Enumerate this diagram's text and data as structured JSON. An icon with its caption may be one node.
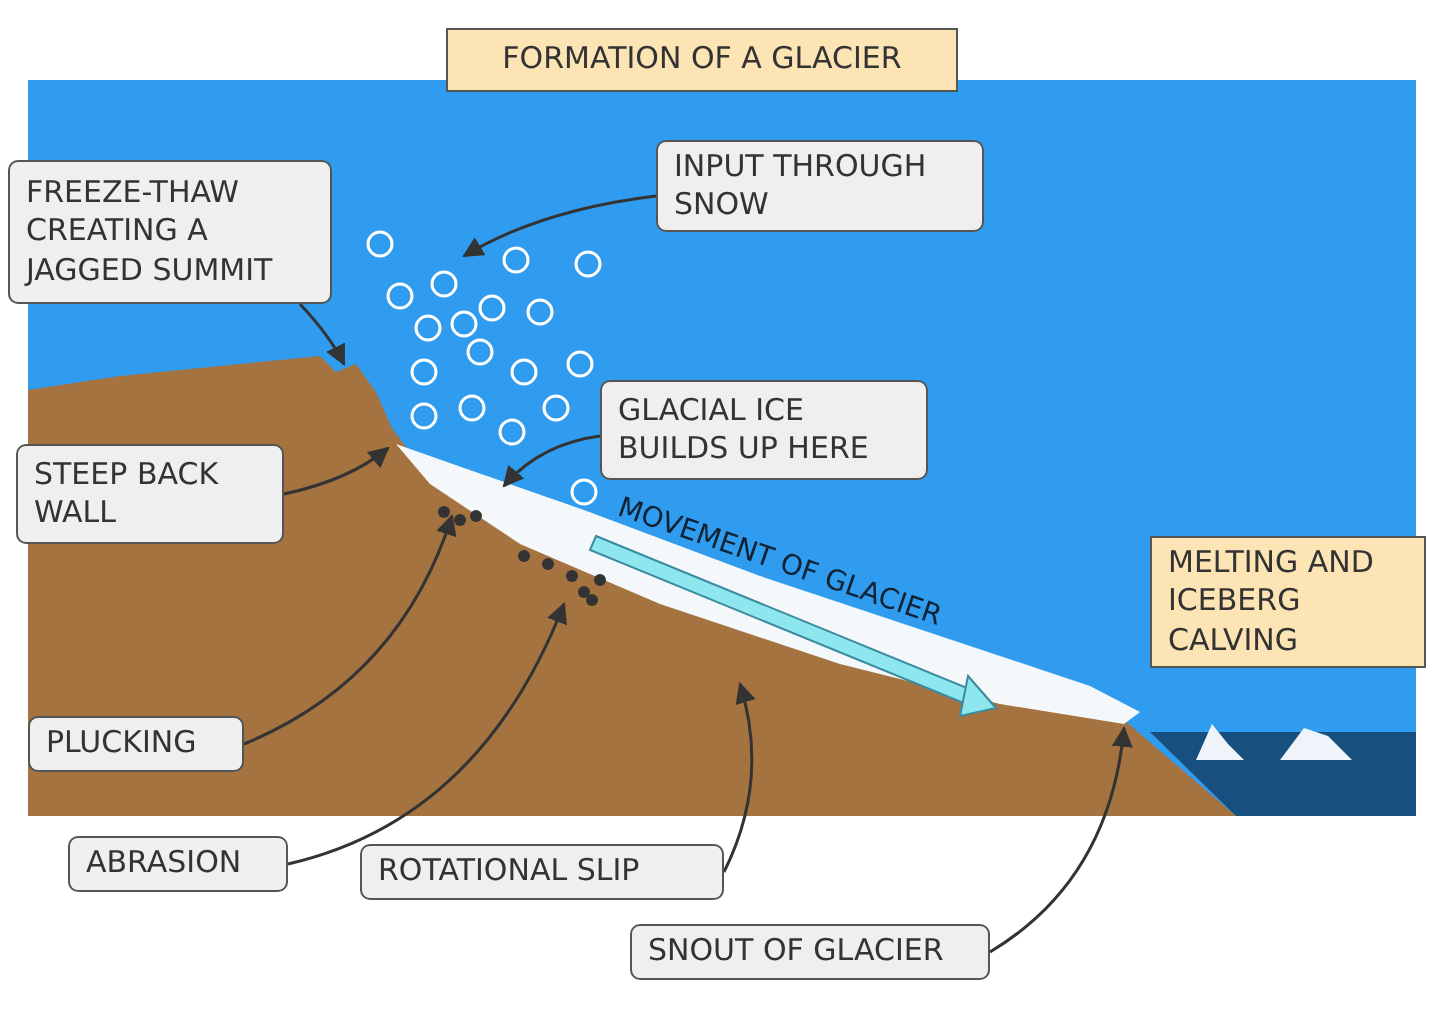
{
  "diagram": {
    "title": "FORMATION OF A GLACIER",
    "nodes": [
      {
        "text": [
          "FREEZE-THAW CREATING A JAGGED SUMMIT"
        ]
      },
      {
        "text": [
          "INPUT THROUGH SNOW"
        ]
      },
      {
        "text": [
          "GLACIAL ICE BUILDS UP HERE"
        ]
      },
      {
        "text": [
          "STEEP BACK WALL"
        ]
      },
      {
        "text": [
          "MELTING AND ICEBERG CALVING"
        ]
      },
      {
        "text": [
          "PLUCKING"
        ]
      },
      {
        "text": [
          "ABRASION"
        ]
      },
      {
        "text": [
          "ROTATIONAL SLIP"
        ]
      },
      {
        "text": [
          "SNOUT OF GLACIER"
        ]
      }
    ],
    "edges": [
      {
        "from": 0,
        "to": null,
        "arrow": "to"
      },
      {
        "from": 1,
        "to": null,
        "arrow": "to"
      },
      {
        "from": 2,
        "to": null,
        "arrow": "to"
      },
      {
        "from": 3,
        "to": null,
        "arrow": "to"
      },
      {
        "from": 5,
        "to": null,
        "arrow": "to"
      },
      {
        "from": 6,
        "to": null,
        "arrow": "to"
      },
      {
        "from": 7,
        "to": null,
        "arrow": "to"
      },
      {
        "from": 8,
        "to": null,
        "arrow": "to"
      }
    ],
    "labels": [
      "MOVEMENT OF GLACIER"
    ]
  }
}
